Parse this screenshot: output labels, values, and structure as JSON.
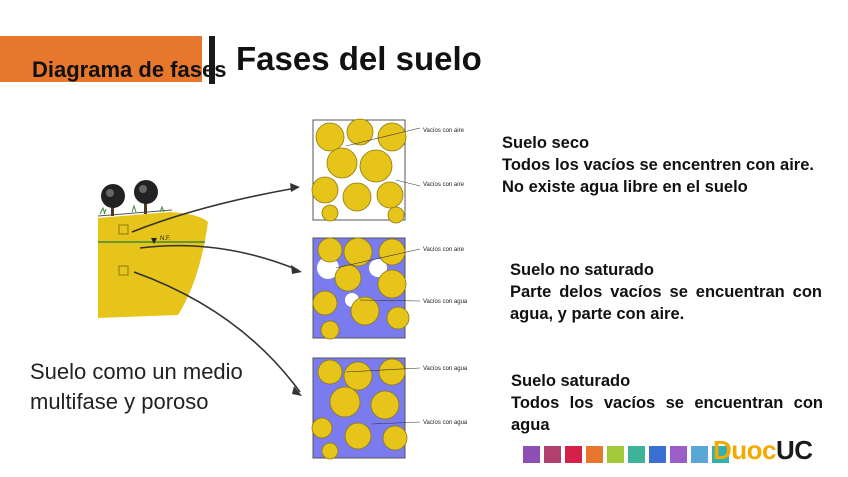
{
  "header": {
    "section_label": "Diagrama de fases",
    "title": "Fases del suelo"
  },
  "phases": [
    {
      "heading": "Suelo seco",
      "body": "Todos los vacíos se encentren con aire. No existe agua libre en el suelo",
      "labels": [
        "Vacíos con aire",
        "Vacíos con aire"
      ]
    },
    {
      "heading": "Suelo no saturado",
      "body": "Parte delos vacíos se encuentran con agua, y parte con aire.",
      "labels": [
        "Vacíos con aire",
        "Vacíos con agua"
      ]
    },
    {
      "heading": "Suelo saturado",
      "body": "Todos los vacíos se encuentran con agua",
      "labels": [
        "Vacíos con agua",
        "Vacíos con agua"
      ]
    }
  ],
  "soil_marker": "N.F.",
  "caption": "Suelo como un medio multifase y poroso",
  "brand": {
    "name_part1": "Duoc",
    "name_part2": "UC",
    "accent": "#e8772e",
    "grain_color": "#e6c41a",
    "water_color": "#7b7bf0",
    "palette": [
      "#8e4fb5",
      "#b0406e",
      "#d4214a",
      "#e8772e",
      "#a3c93a",
      "#3db39a",
      "#3b6fd1",
      "#9b5dc8",
      "#5aa6d6",
      "#2fb0b5"
    ]
  }
}
